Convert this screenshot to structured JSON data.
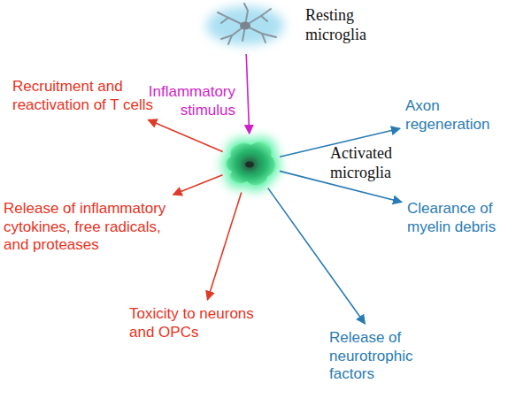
{
  "diagram": {
    "nodes": [
      {
        "text": [
          "Resting microglia"
        ]
      },
      {
        "text": [
          "Activated microglia"
        ]
      },
      {
        "text": [
          "Recruitment and reactivation of T cells"
        ]
      },
      {
        "text": [
          "Release of inflammatory cytokines, free radicals, and proteases"
        ]
      },
      {
        "text": [
          "Toxicity to neurons and OPCs"
        ]
      },
      {
        "text": [
          "Axon regeneration"
        ]
      },
      {
        "text": [
          "Clearance of myelin debris"
        ]
      },
      {
        "text": [
          "Release of neurotrophic factors"
        ]
      }
    ],
    "edges": [
      {
        "from": 0,
        "to": 1,
        "label": "Inflammatory stimulus",
        "arrow": "to"
      },
      {
        "from": 1,
        "to": 2,
        "arrow": "to"
      },
      {
        "from": 1,
        "to": 3,
        "arrow": "to"
      },
      {
        "from": 1,
        "to": 4,
        "arrow": "to"
      },
      {
        "from": 1,
        "to": 5,
        "arrow": "to"
      },
      {
        "from": 1,
        "to": 6,
        "arrow": "to"
      },
      {
        "from": 1,
        "to": 7,
        "arrow": "to"
      }
    ]
  }
}
